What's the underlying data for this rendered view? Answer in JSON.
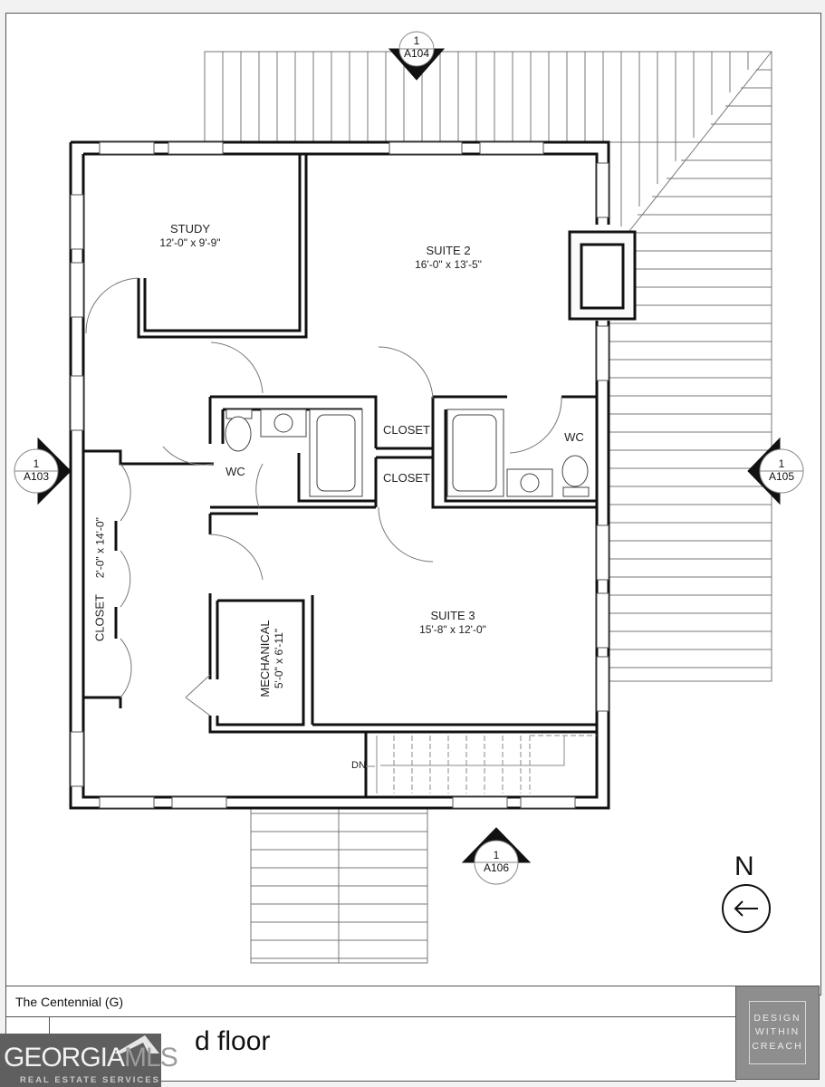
{
  "drawing": {
    "project_name": "The Centennial (G)",
    "sheet_title_visible": "d floor",
    "firm_logo": [
      "DESIGN",
      "WITHIN",
      "CREACH"
    ],
    "watermark": {
      "word_main": "GEORGIA",
      "word_accent": "MLS",
      "tagline": "REAL ESTATE SERVICES"
    }
  },
  "rooms": [
    {
      "id": "study",
      "name": "STUDY",
      "dims": "12'-0\" x 9'-9\""
    },
    {
      "id": "suite2",
      "name": "SUITE 2",
      "dims": "16'-0\" x 13'-5\""
    },
    {
      "id": "suite3",
      "name": "SUITE 3",
      "dims": "15'-8\" x 12'-0\""
    },
    {
      "id": "wc_left",
      "name": "WC",
      "dims": ""
    },
    {
      "id": "wc_right",
      "name": "WC",
      "dims": ""
    },
    {
      "id": "closet_upper",
      "name": "CLOSET",
      "dims": ""
    },
    {
      "id": "closet_lower",
      "name": "CLOSET",
      "dims": ""
    },
    {
      "id": "closet_hall",
      "name": "CLOSET",
      "dims": "2'-0\" x 14'-0\""
    },
    {
      "id": "mechanical",
      "name": "MECHANICAL",
      "dims": "5'-0\" x 6'-11\""
    }
  ],
  "stairs": {
    "label": "DN"
  },
  "section_markers": [
    {
      "id": "top",
      "number": "1",
      "sheet": "A104",
      "direction": "down"
    },
    {
      "id": "left",
      "number": "1",
      "sheet": "A103",
      "direction": "right"
    },
    {
      "id": "right",
      "number": "1",
      "sheet": "A105",
      "direction": "left"
    },
    {
      "id": "bottom",
      "number": "1",
      "sheet": "A106",
      "direction": "up"
    }
  ],
  "north_arrow": {
    "label": "N",
    "arrow": "←"
  },
  "colors": {
    "wall": "#111111",
    "hatch": "#777777",
    "sheet_bg": "#ffffff",
    "page_bg": "#f2f2f2",
    "logo_bg": "#8e8e8e",
    "watermark_bg": "#5f5f5f"
  }
}
